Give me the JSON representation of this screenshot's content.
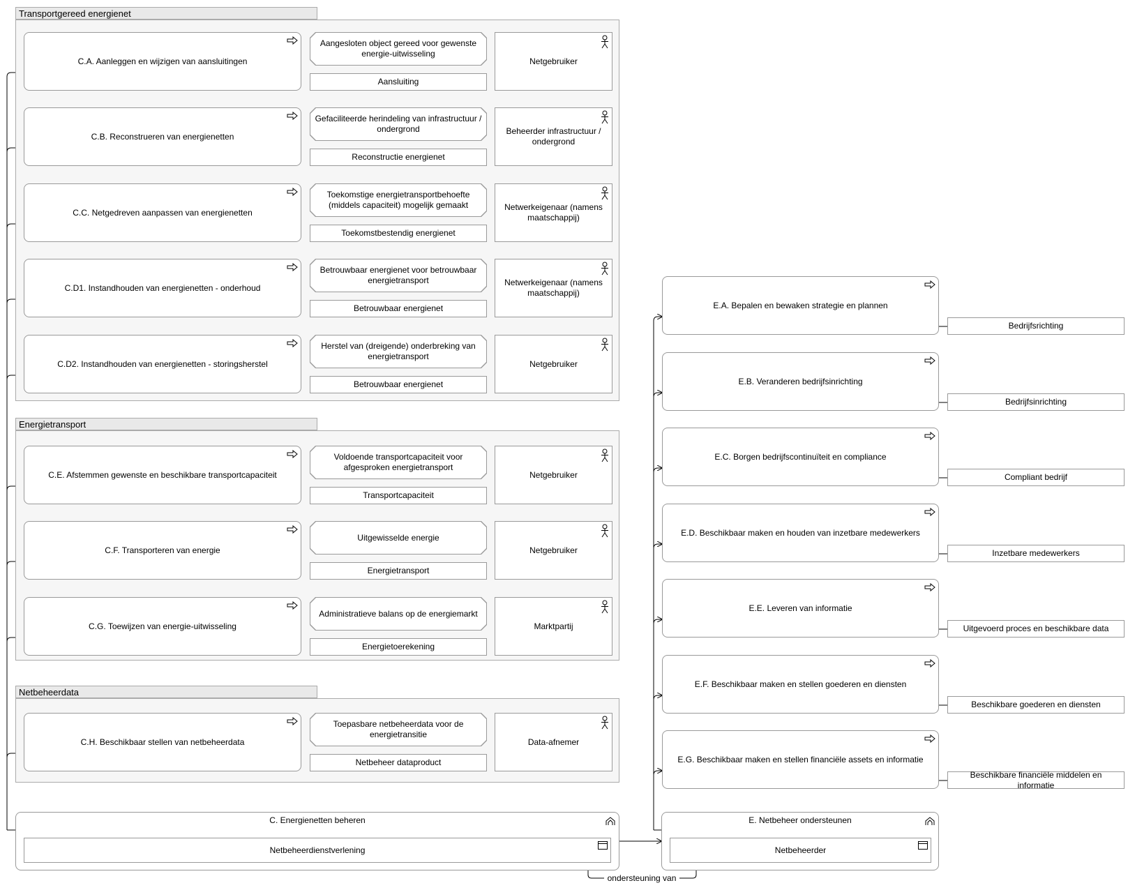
{
  "groups": [
    {
      "title": "Transportgereed energienet"
    },
    {
      "title": "Energietransport"
    },
    {
      "title": "Netbeheerdata"
    }
  ],
  "rows": [
    {
      "process": "C.A. Aanleggen en wijzigen van aansluitingen",
      "value": "Aangesloten object gereed voor gewenste energie-uitwisseling",
      "object": "Aansluiting",
      "actor": "Netgebruiker"
    },
    {
      "process": "C.B. Reconstrueren van energienetten",
      "value": "Gefaciliteerde herindeling van infrastructuur / ondergrond",
      "object": "Reconstructie energienet",
      "actor": "Beheerder infrastructuur / ondergrond"
    },
    {
      "process": "C.C. Netgedreven aanpassen van energienetten",
      "value": "Toekomstige energietransportbehoefte (middels capaciteit) mogelijk gemaakt",
      "object": "Toekomstbestendig energienet",
      "actor": "Netwerkeigenaar (namens maatschappij)"
    },
    {
      "process": "C.D1. Instandhouden van energienetten - onderhoud",
      "value": "Betrouwbaar energienet voor betrouwbaar energietransport",
      "object": "Betrouwbaar energienet",
      "actor": "Netwerkeigenaar (namens maatschappij)"
    },
    {
      "process": "C.D2. Instandhouden van energienetten - storingsherstel",
      "value": "Herstel van (dreigende) onderbreking van energietransport",
      "object": "Betrouwbaar energienet",
      "actor": "Netgebruiker"
    },
    {
      "process": "C.E. Afstemmen gewenste en beschikbare transportcapaciteit",
      "value": "Voldoende transportcapaciteit voor afgesproken energietransport",
      "object": "Transportcapaciteit",
      "actor": "Netgebruiker"
    },
    {
      "process": "C.F. Transporteren van energie",
      "value": "Uitgewisselde energie",
      "object": "Energietransport",
      "actor": "Netgebruiker"
    },
    {
      "process": "C.G. Toewijzen van energie-uitwisseling",
      "value": "Administratieve balans op de energiemarkt",
      "object": "Energietoerekening",
      "actor": "Marktpartij"
    },
    {
      "process": "C.H. Beschikbaar stellen van netbeheerdata",
      "value": "Toepasbare netbeheerdata voor de energietransitie",
      "object": "Netbeheer dataproduct",
      "actor": "Data-afnemer"
    }
  ],
  "support_rows": [
    {
      "process": "E.A. Bepalen en bewaken strategie en plannen",
      "object": "Bedrijfsrichting"
    },
    {
      "process": "E.B. Veranderen bedrijfsinrichting",
      "object": "Bedrijfsinrichting"
    },
    {
      "process": "E.C. Borgen bedrijfscontinuïteit en compliance",
      "object": "Compliant bedrijf"
    },
    {
      "process": "E.D. Beschikbaar maken en houden van inzetbare medewerkers",
      "object": "Inzetbare medewerkers"
    },
    {
      "process": "E.E. Leveren van informatie",
      "object": "Uitgevoerd proces en beschikbare data"
    },
    {
      "process": "E.F. Beschikbaar maken en stellen goederen en diensten",
      "object": "Beschikbare goederen en diensten"
    },
    {
      "process": "E.G. Beschikbaar maken en stellen financiële assets en informatie",
      "object": "Beschikbare financiële middelen en informatie"
    }
  ],
  "capabilities": [
    {
      "title": "C. Energienetten beheren",
      "inner": "Netbeheerdienstverlening"
    },
    {
      "title": "E. Netbeheer ondersteunen",
      "inner": "Netbeheerder"
    }
  ],
  "relation_label": "ondersteuning van",
  "icons": {
    "process": "process-arrow-icon",
    "actor": "actor-icon",
    "capability": "capability-icon",
    "service": "service-icon"
  },
  "colors": {
    "group_fill": "#f6f6f6",
    "group_tab": "#e9e9e9",
    "border": "#999999",
    "line": "#000000"
  }
}
